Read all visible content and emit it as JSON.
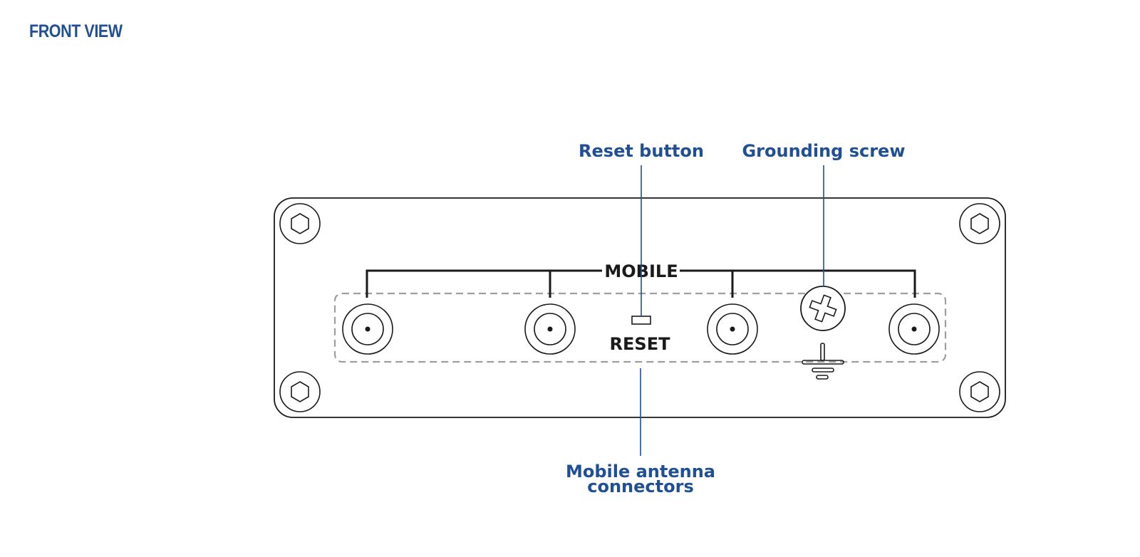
{
  "title": "FRONT VIEW",
  "colors": {
    "accent": "#1f4f95",
    "outline": "#1a1a1a",
    "dashed_box": "#9e9e9e"
  },
  "panel": {
    "bracket_label": "MOBILE",
    "reset_label": "RESET",
    "antenna_connector_count": 4
  },
  "callouts": {
    "reset_button": "Reset button",
    "grounding_screw": "Grounding screw",
    "antenna_line1": "Mobile antenna",
    "antenna_line2": "connectors"
  },
  "icons": [
    "hex-screw-icon",
    "antenna-connector-icon",
    "phillips-screw-icon",
    "ground-symbol-icon"
  ]
}
